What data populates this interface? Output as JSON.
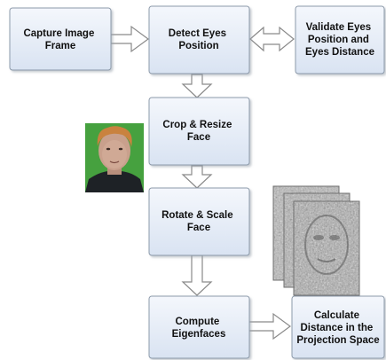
{
  "nodes": {
    "capture_image_frame": [
      "Capture Image",
      "Frame"
    ],
    "detect_eyes_position": [
      "Detect Eyes",
      "Position"
    ],
    "validate_eyes": [
      "Validate Eyes",
      "Position and",
      "Eyes Distance"
    ],
    "crop_resize_face": [
      "Crop & Resize",
      "Face"
    ],
    "rotate_scale_face": [
      "Rotate & Scale",
      "Face"
    ],
    "compute_eigenfaces": [
      "Compute",
      "Eigenfaces"
    ],
    "calculate_distance": [
      "Calculate",
      "Distance in the",
      "Projection Space"
    ]
  },
  "images": {
    "face_photo": "face-photo",
    "eigenface_stack": "eigenface-stack"
  },
  "colors": {
    "box_fill_top": "#f3f7fd",
    "box_fill_bottom": "#d9e4f3",
    "box_stroke": "#8c9aaa",
    "arrow_fill": "#ffffff",
    "arrow_stroke": "#8a8a8a",
    "photo_bg": "#3f9a3a"
  }
}
